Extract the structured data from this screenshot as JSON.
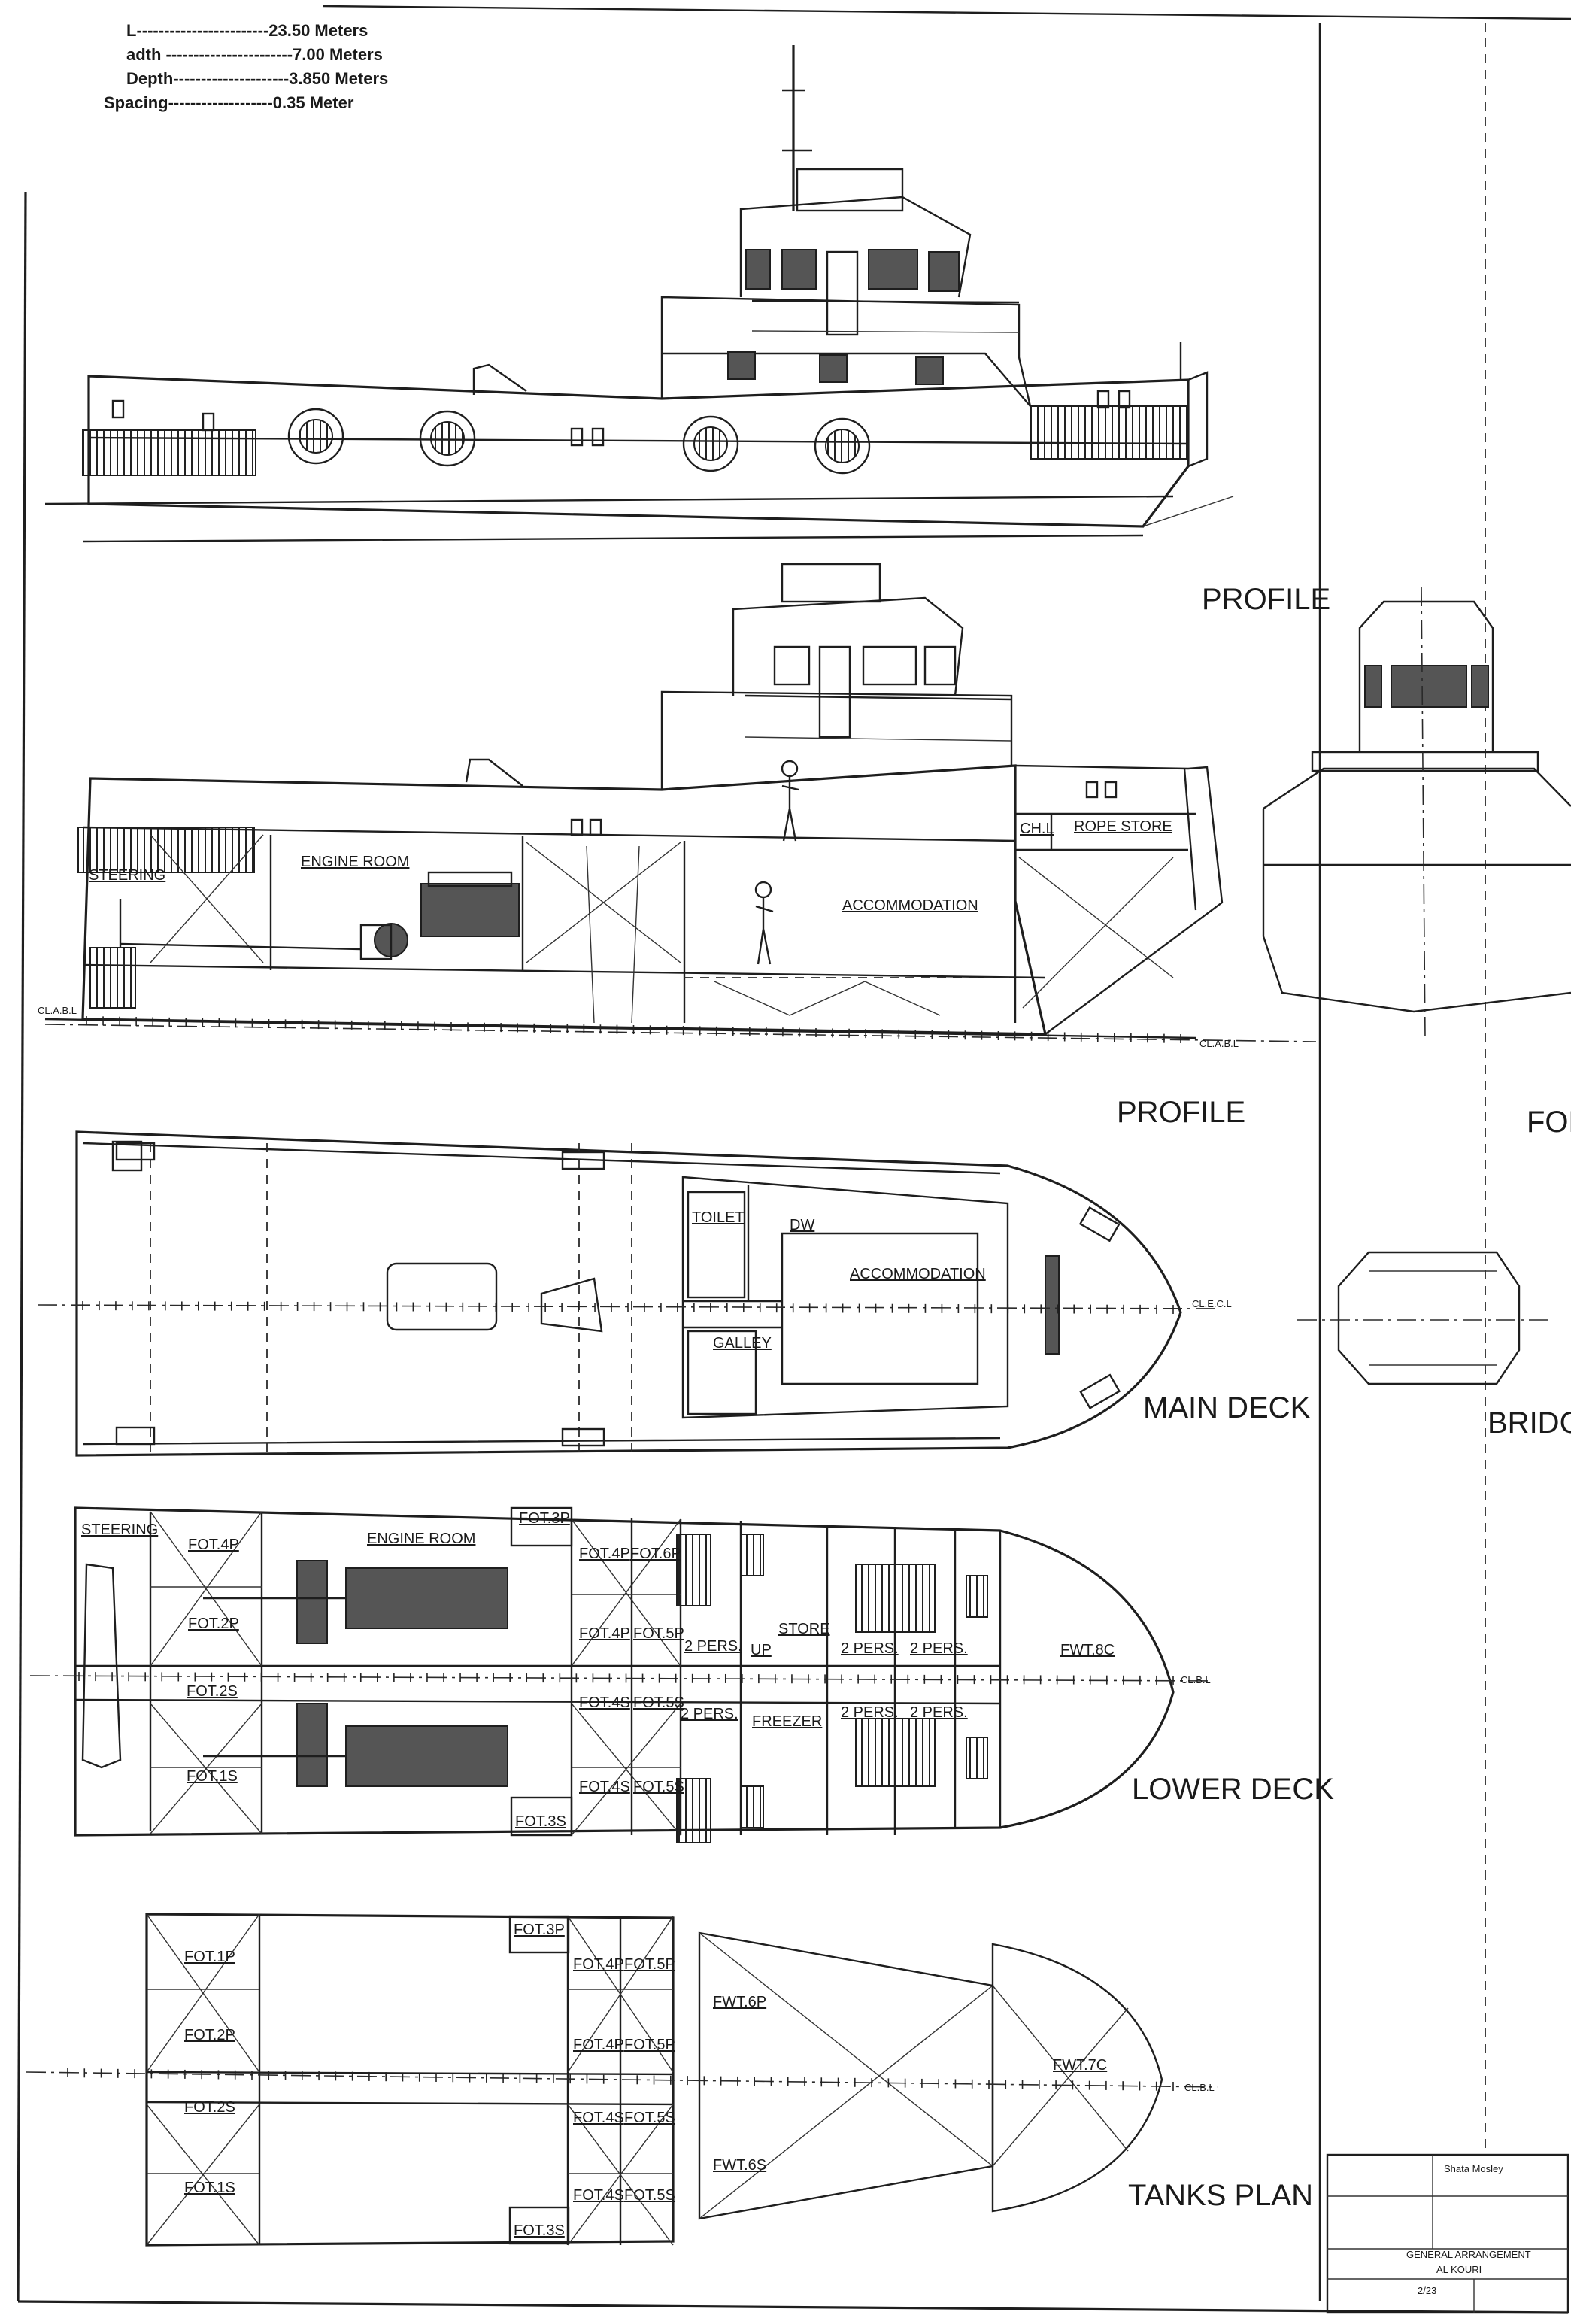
{
  "specs": [
    "L------------------------23.50 Meters",
    "adth -----------------------7.00 Meters",
    "Depth---------------------3.850 Meters",
    "Spacing-------------------0.35 Meter"
  ],
  "views": {
    "profile_outboard": "PROFILE",
    "profile_inboard": "PROFILE",
    "main_deck": "MAIN DECK",
    "lower_deck": "LOWER DECK",
    "tanks_plan": "TANKS PLAN",
    "front_view": "FOR",
    "bridge_view": "BRIDGE"
  },
  "profile_labels": {
    "steering": "STEERING",
    "engine_room": "ENGINE ROOM",
    "accommodation": "ACCOMMODATION",
    "chain_locker": "CH.L",
    "rope_store": "ROPE STORE",
    "cl_left": "CL.A.B.L",
    "cl_right": "CL.A.B.L"
  },
  "main_deck_labels": {
    "toilet": "TOILET",
    "dw": "DW",
    "accommodation": "ACCOMMODATION",
    "galley": "GALLEY",
    "cl": "CL.E.C.L"
  },
  "lower_deck_labels": {
    "steering": "STEERING",
    "engine_room": "ENGINE ROOM",
    "fot_4p": "FOT.4P",
    "fot_2p": "FOT.2P",
    "fot_2s": "FOT.2S",
    "fot_1s": "FOT.1S",
    "fot_3p": "FOT.3P",
    "fot_3s": "FOT.3S",
    "fot_4p_b": "FOT.4P",
    "fot_6p": "FOT.6P",
    "fot_4p_c": "FOT.4P",
    "fot_5p": "FOT.5P",
    "fot_4s": "FOT.4S",
    "fot_5s": "FOT.5S",
    "fot_4s_b": "FOT.4S",
    "fot_5s_b": "FOT.5S",
    "pers_2a": "2 PERS.",
    "up": "UP",
    "store": "STORE",
    "pers_2b": "2 PERS.",
    "pers_2c": "2 PERS.",
    "pers_2d": "2 PERS.",
    "freezer": "FREEZER",
    "pers_2e": "2 PERS.",
    "pers_2f": "2 PERS.",
    "fwt_8c": "FWT.8C",
    "cl": "CL.B.L"
  },
  "tanks_labels": {
    "fot_1p": "FOT.1P",
    "fot_2p": "FOT.2P",
    "fot_2s": "FOT.2S",
    "fot_1s": "FOT.1S",
    "fot_3p": "FOT.3P",
    "fot_4p": "FOT.4P",
    "fot_5p": "FOT.5P",
    "fot_4p_b": "FOT.4P",
    "fot_5p_b": "FOT.5P",
    "fot_4s": "FOT.4S",
    "fot_5s": "FOT.5S",
    "fot_4s_b": "FOT.4S",
    "fot_5s_b": "FOT.5S",
    "fot_3s": "FOT.3S",
    "fwt_6p": "FWT.6P",
    "fwt_6s": "FWT.6S",
    "fwt_7c": "FWT.7C",
    "cl": "CL.B.L"
  },
  "title_block": {
    "company": "Shata Mosley",
    "title": "GENERAL ARRANGEMENT",
    "vessel": "AL KOURI",
    "sheet": "2/23"
  },
  "colors": {
    "ink": "#1e1e1e",
    "paper": "#ffffff"
  }
}
